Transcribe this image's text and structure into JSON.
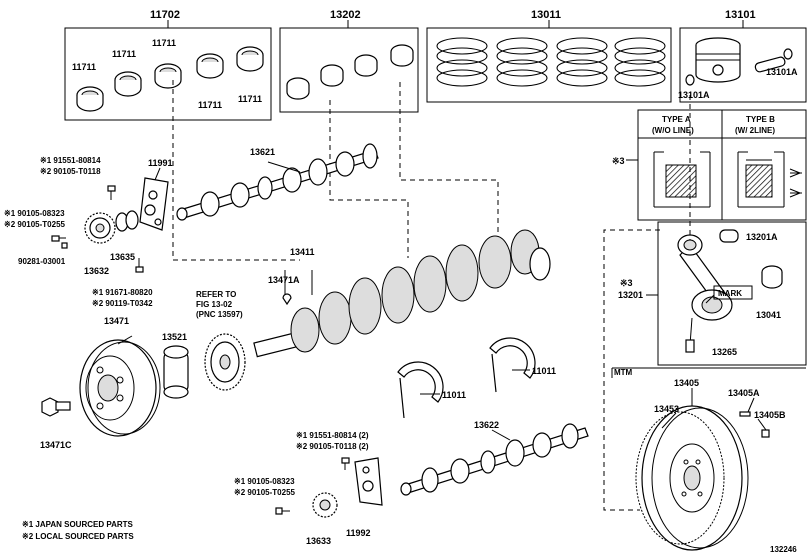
{
  "labels": {
    "p11702": "11702",
    "p13202": "13202",
    "p13011": "13011",
    "p13101": "13101",
    "p11711a": "11711",
    "p11711b": "11711",
    "p11711c": "11711",
    "p11711d": "11711",
    "p11711e": "11711",
    "p13101a1": "13101A",
    "p13101a2": "13101A",
    "type_a": "TYPE A",
    "type_a_sub": "(W/O LINE)",
    "type_b": "TYPE B",
    "type_b_sub": "(W/ 2LINE)",
    "mark3a": "※3",
    "p13621": "13621",
    "p11991": "11991",
    "n1_91551_80814": "※1 91551-80814",
    "n2_90105_t0118": "※2 90105-T0118",
    "n1_90105_08323": "※1 90105-08323",
    "n2_90105_t0255": "※2 90105-T0255",
    "p90281_03001": "90281-03001",
    "p13635": "13635",
    "p13632": "13632",
    "n1_91671_80820": "※1 91671-80820",
    "n2_90119_t0342": "※2 90119-T0342",
    "p13411": "13411",
    "p13471a": "13471A",
    "refer1": "REFER TO",
    "refer2": "FIG 13-02",
    "refer3": "(PNC 13597)",
    "p13471": "13471",
    "p13521": "13521",
    "p13471c": "13471C",
    "p11011a": "11011",
    "p11011b": "11011",
    "p13201a": "13201A",
    "mark3b": "※3",
    "p13201": "13201",
    "mark": "MARK",
    "p13041": "13041",
    "p13265": "13265",
    "mtm": "MTM",
    "p13405": "13405",
    "p13405a": "13405A",
    "p13453": "13453",
    "p13405b": "13405B",
    "p13622": "13622",
    "n1_91551_80814_2": "※1 91551-80814 (2)",
    "n2_90105_t0118_2": "※2 90105-T0118 (2)",
    "n1_90105_08323b": "※1 90105-08323",
    "n2_90105_t0255b": "※2 90105-T0255",
    "p13633": "13633",
    "p11992": "11992",
    "legend1": "※1 JAPAN SOURCED PARTS",
    "legend2": "※2 LOCAL SOURCED PARTS",
    "figno": "132246"
  }
}
